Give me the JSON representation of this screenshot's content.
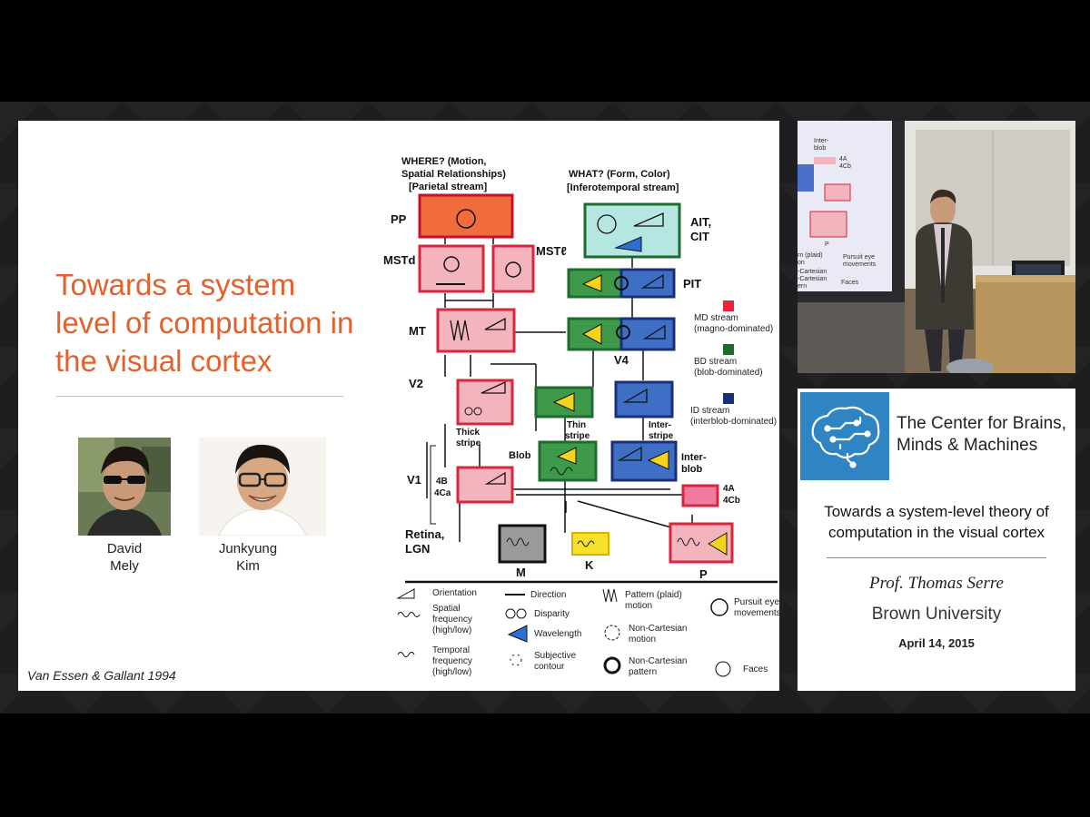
{
  "slide": {
    "title": "Towards a system level of computation in the visual cortex",
    "people": [
      {
        "first": "David",
        "last": "Mely"
      },
      {
        "first": "Junkyung",
        "last": "Kim"
      }
    ],
    "citation": "Van Essen & Gallant 1994"
  },
  "diagram": {
    "where_title": [
      "WHERE? (Motion,",
      "Spatial Relationships)",
      "[Parietal stream]"
    ],
    "what_title": [
      "WHAT? (Form, Color)",
      "[Inferotemporal stream]"
    ],
    "areas": {
      "pp": "PP",
      "mstd": "MSTd",
      "mstl": "MSTℓ",
      "mt": "MT",
      "ait": "AIT,",
      "cit": "CIT",
      "pit": "PIT",
      "v4": "V4",
      "v2": "V2",
      "v1": "V1",
      "retina": "Retina,",
      "lgn": "LGN",
      "m": "M",
      "k": "K",
      "p": "P"
    },
    "stripes": {
      "thick1": "Thick",
      "thick2": "stripe",
      "thin1": "Thin",
      "thin2": "stripe",
      "inter1": "Inter-",
      "inter2": "stripe",
      "blob": "Blob",
      "interblob1": "Inter-",
      "interblob2": "blob",
      "l4b": "4B",
      "l4ca": "4Ca",
      "l4a": "4A",
      "l4cb": "4Cb"
    },
    "streams": [
      {
        "name": "MD  stream",
        "desc": "(magno-dominated)",
        "color": "#e8233a"
      },
      {
        "name": "BD stream",
        "desc": "(blob-dominated)",
        "color": "#1e6b2e"
      },
      {
        "name": "ID stream",
        "desc": "(interblob-dominated)",
        "color": "#1a2f78"
      }
    ],
    "legend": {
      "orientation": "Orientation",
      "direction": "Direction",
      "pattern1": "Pattern (plaid)",
      "pattern2": "motion",
      "pursuit1": "Pursuit eye",
      "pursuit2": "movements",
      "spatial1": "Spatial",
      "spatial2": "frequency",
      "spatial3": "(high/low)",
      "disparity": "Disparity",
      "wavelength": "Wavelength",
      "noncart1": "Non-Cartesian",
      "noncart2": "motion",
      "temporal1": "Temporal",
      "temporal2": "frequency",
      "temporal3": "(high/low)",
      "subjective1": "Subjective",
      "subjective2": "contour",
      "noncartp1": "Non-Cartesian",
      "noncartp2": "pattern",
      "faces": "Faces"
    }
  },
  "camera": {
    "projection_labels": [
      "Inter-",
      "blob",
      "4A",
      "4Cb",
      "P",
      "rn (plaid)",
      "on",
      "Pursuit eye",
      "movements",
      "-Cartesian",
      "-Cartesian",
      "ern",
      "Faces"
    ]
  },
  "info": {
    "center_name": "The Center for Brains, Minds & Machines",
    "talk_title_1": "Towards a system-level theory of",
    "talk_title_2": "computation in the visual cortex",
    "speaker": "Prof. Thomas Serre",
    "affiliation": "Brown University",
    "date": "April 14, 2015"
  },
  "colors": {
    "title_orange": "#e2612c",
    "md_red": "#e8233a",
    "bd_green": "#1e6b2e",
    "id_blue": "#1a2f78",
    "logo_blue": "#2f84c4"
  }
}
